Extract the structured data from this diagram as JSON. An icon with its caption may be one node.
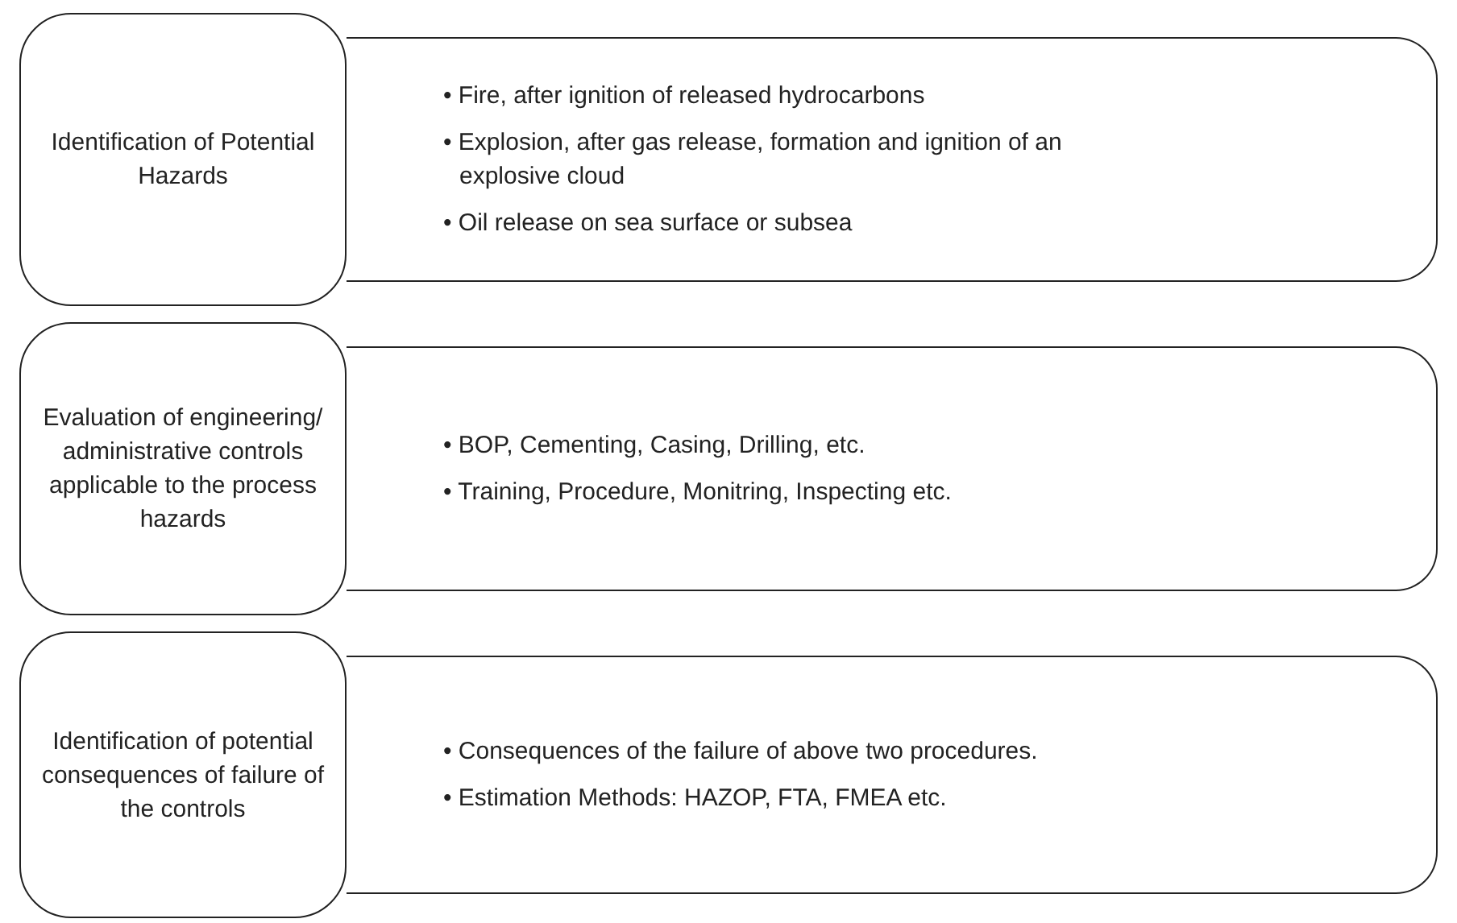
{
  "diagram": {
    "nodes": [
      {
        "text": [
          "Identification of Potential Hazards"
        ]
      },
      {
        "text": [
          "• Fire, after ignition of released hydrocarbons",
          "• Explosion, after gas release, formation and ignition of an explosive cloud",
          "• Oil release on sea surface or subsea"
        ]
      },
      {
        "text": [
          "Evaluation of engineering/ administrative controls applicable to the process hazards"
        ]
      },
      {
        "text": [
          "• BOP, Cementing, Casing, Drilling, etc.",
          "• Training, Procedure, Monitring, Inspecting etc."
        ]
      },
      {
        "text": [
          "Identification of potential consequences of failure of the controls"
        ]
      },
      {
        "text": [
          "• Consequences of the failure of above two procedures.",
          "• Estimation Methods: HAZOP, FTA, FMEA etc."
        ]
      }
    ]
  }
}
